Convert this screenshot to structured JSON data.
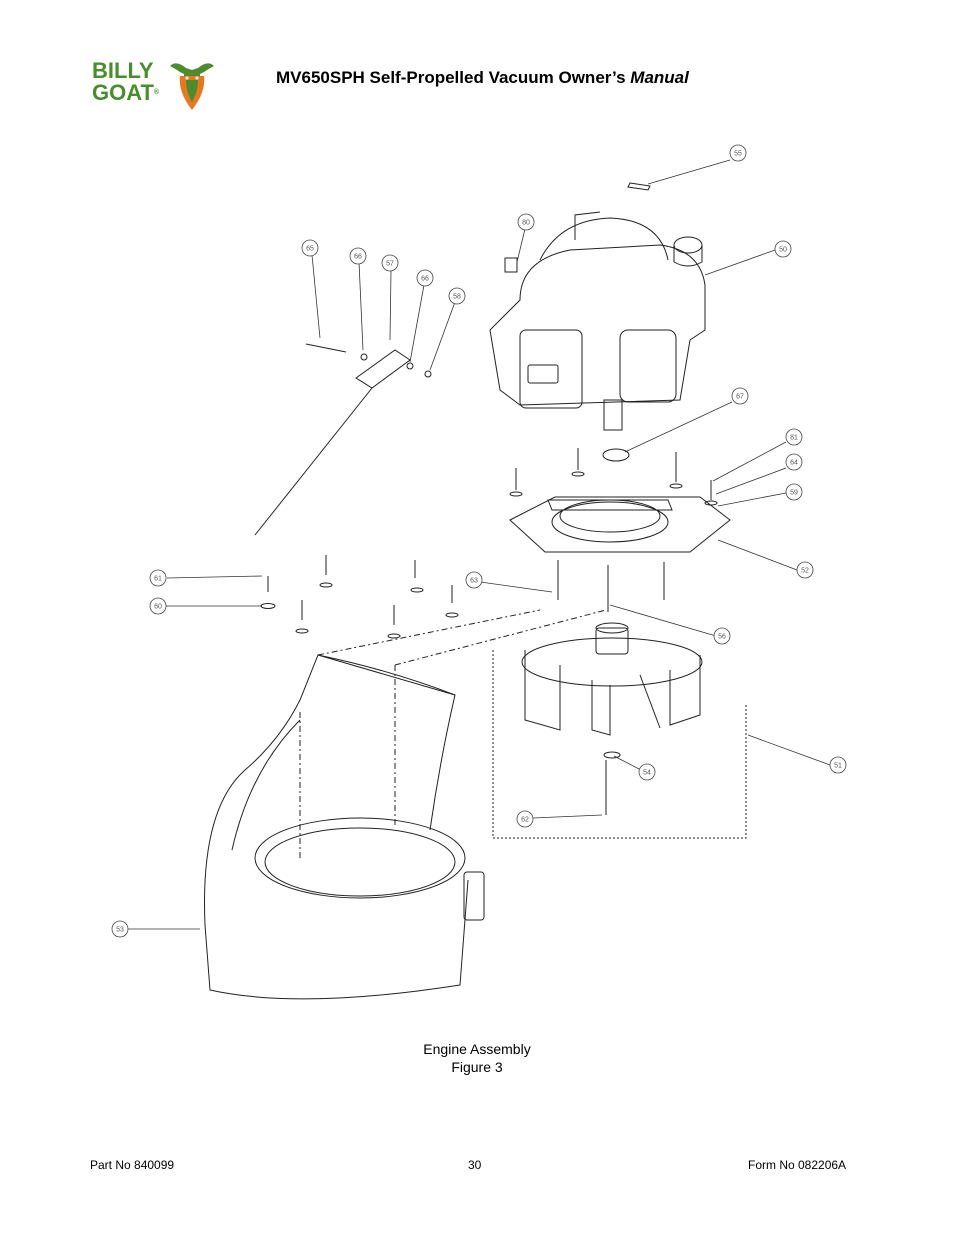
{
  "brand": {
    "logo_line1": "BILLY",
    "logo_line2": "GOAT",
    "registered": "®"
  },
  "header": {
    "title_main": "MV650SPH Self-Propelled Vacuum Owner’s ",
    "title_italic": "Manual"
  },
  "figure": {
    "caption_line1": "Engine Assembly",
    "caption_line2": "Figure 3",
    "callouts": [
      "55",
      "80",
      "50",
      "65",
      "66",
      "57",
      "66",
      "58",
      "67",
      "81",
      "64",
      "59",
      "52",
      "61",
      "60",
      "63",
      "56",
      "51",
      "54",
      "62",
      "53"
    ]
  },
  "footer": {
    "part_no": "Part No 840099",
    "page": "30",
    "form_no": "Form No 082206A"
  },
  "colors": {
    "logo_green": "#4a8c2e",
    "logo_orange": "#e87722"
  }
}
